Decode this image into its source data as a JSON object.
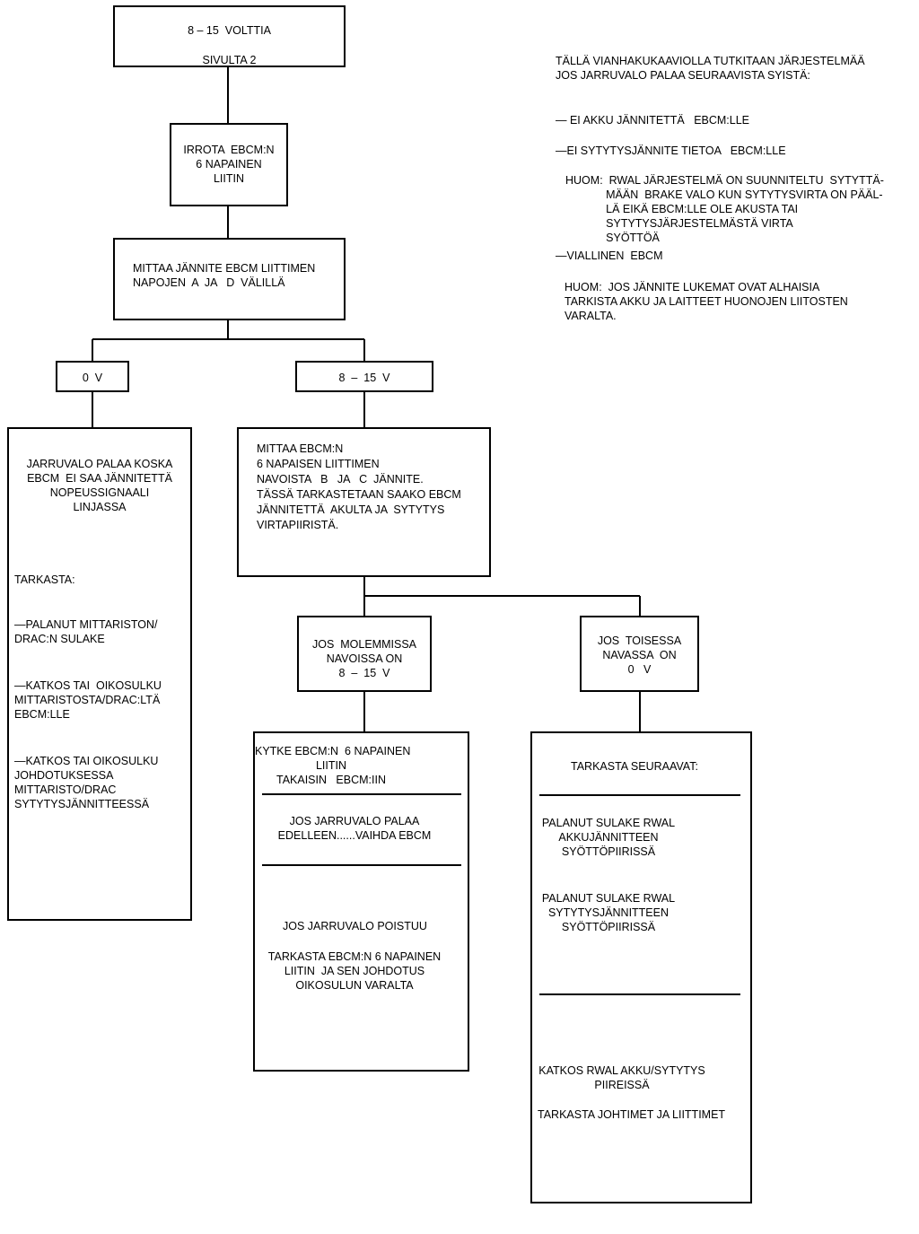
{
  "start": {
    "line1": "8 – 15  VOLTTIA",
    "line2": "SIVULTA 2"
  },
  "disconnect": {
    "text": "IRROTA  EBCM:N\n6 NAPAINEN\nLIITIN"
  },
  "measure": {
    "text": "MITTAA JÄNNITE EBCM LIITTIMEN\nNAPOJEN  A  JA   D  VÄLILLÄ"
  },
  "branch_0v": {
    "label": "0  V"
  },
  "branch_8_15": {
    "label": "8  –  15  V"
  },
  "left_result": {
    "top": "JARRUVALO PALAA KOSKA\nEBCM  EI SAA JÄNNITETTÄ\nNOPEUSSIGNAALI\nLINJASSA",
    "check_label": "TARKASTA:",
    "item1": "—PALANUT MITTARISTON/\nDRAC:N SULAKE",
    "item2": "—KATKOS TAI  OIKOSULKU\nMITTARISTOSTA/DRAC:LTÄ\nEBCM:LLE",
    "item3": "—KATKOS TAI OIKOSULKU\nJOHDOTUKSESSA\nMITTARISTO/DRAC\nSYTYTYSJÄNNITTEESSÄ"
  },
  "measure2": {
    "text": "MITTAA EBCM:N\n6 NAPAISEN LIITTIMEN\nNAVOISTA   B   JA   C  JÄNNITE.\nTÄSSÄ TARKASTETAAN SAAKO EBCM\nJÄNNITETTÄ  AKULTA JA  SYTYTYS\nVIRTAPIIRISTÄ."
  },
  "both": {
    "text": "JOS  MOLEMMISSA\nNAVOISSA ON\n8  –  15  V"
  },
  "one": {
    "text": "JOS  TOISESSA\nNAVASSA  ON\n0   V"
  },
  "reconnect": {
    "s1": "KYTKE EBCM:N  6 NAPAINEN\nLIITIN\nTAKAISIN   EBCM:IIN",
    "s2": "JOS JARRUVALO PALAA\nEDELLEEN......VAIHDA EBCM",
    "s3": "JOS JARRUVALO POISTUU",
    "s4": "TARKASTA EBCM:N 6 NAPAINEN\nLIITIN  JA SEN JOHDOTUS\nOIKOSULUN VARALTA"
  },
  "checklist": {
    "s1": "TARKASTA SEURAAVAT:",
    "s2": "PALANUT SULAKE RWAL\nAKKUJÄNNITTEEN\nSYÖTTÖPIIRISSÄ",
    "s3": "PALANUT SULAKE RWAL\nSYTYTYSJÄNNITTEEN\nSYÖTTÖPIIRISSÄ",
    "s4": "KATKOS RWAL AKKU/SYTYTYS\nPIIREISSÄ",
    "s5": "TARKASTA JOHTIMET JA LIITTIMET"
  },
  "notes": {
    "intro": "TÄLLÄ VIANHAKUKAAVIOLLA TUTKITAAN JÄRJESTELMÄÄ\nJOS JARRUVALO PALAA SEURAAVISTA SYISTÄ:",
    "n1": "— EI AKKU JÄNNITETTÄ   EBCM:LLE",
    "n2": "—EI SYTYTYSJÄNNITE TIETOA   EBCM:LLE",
    "huom1": "HUOM:  RWAL JÄRJESTELMÄ ON SUUNNITELTU  SYTYTTÄ-\n             MÄÄN  BRAKE VALO KUN SYTYTYSVIRTA ON PÄÄL-\n             LÄ EIKÄ EBCM:LLE OLE AKUSTA TAI\n             SYTYTYSJÄRJESTELMÄSTÄ VIRTA\n             SYÖTTÖÄ",
    "n3": "—VIALLINEN  EBCM",
    "huom2": "HUOM:  JOS JÄNNITE LUKEMAT OVAT ALHAISIA\nTARKISTA AKKU JA LAITTEET HUONOJEN LIITOSTEN\nVARALTA."
  }
}
